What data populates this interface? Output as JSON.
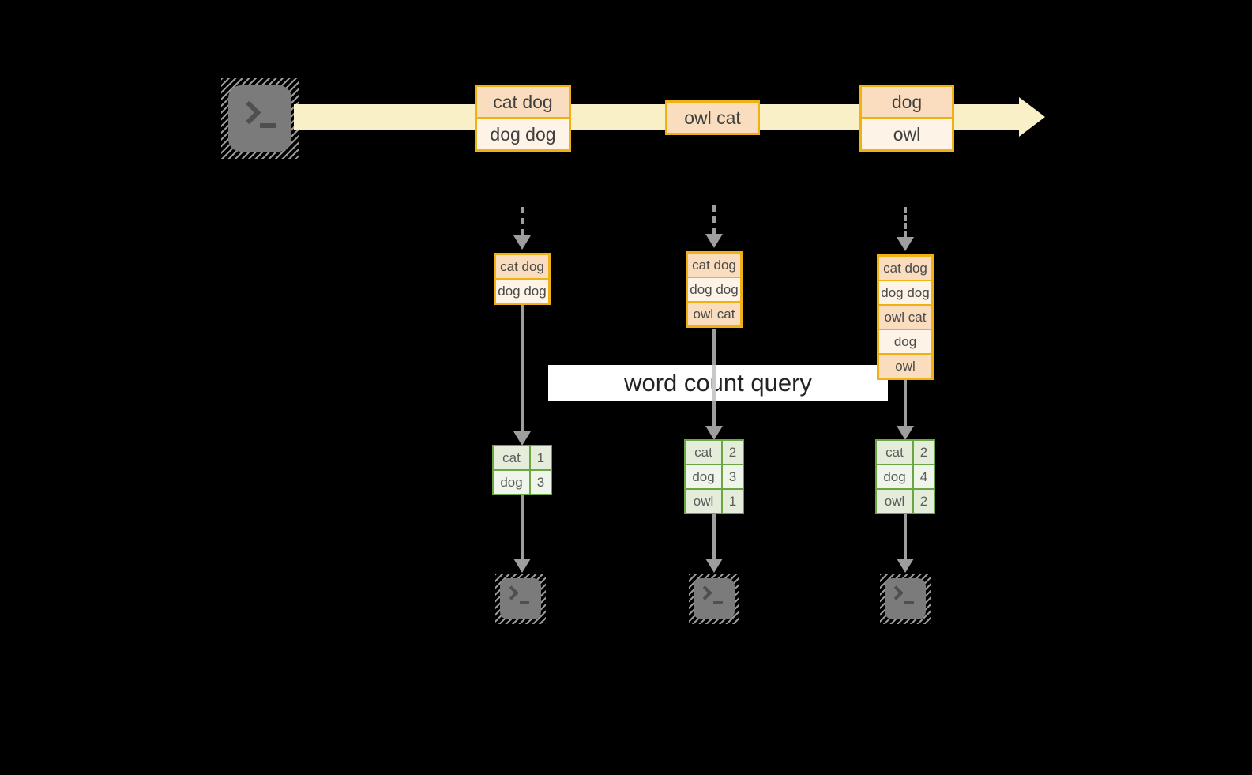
{
  "banner": {
    "label": "word count query"
  },
  "stream": {
    "messages": [
      {
        "rows": [
          "cat dog",
          "dog dog"
        ]
      },
      {
        "rows": [
          "owl cat"
        ]
      },
      {
        "rows": [
          "dog",
          "owl"
        ]
      }
    ]
  },
  "workers": [
    {
      "buffer": [
        "cat dog",
        "dog dog"
      ],
      "counts": [
        {
          "word": "cat",
          "value": "1"
        },
        {
          "word": "dog",
          "value": "3"
        }
      ]
    },
    {
      "buffer": [
        "cat dog",
        "dog dog",
        "owl cat"
      ],
      "counts": [
        {
          "word": "cat",
          "value": "2"
        },
        {
          "word": "dog",
          "value": "3"
        },
        {
          "word": "owl",
          "value": "1"
        }
      ]
    },
    {
      "buffer": [
        "cat dog",
        "dog dog",
        "owl cat",
        "dog",
        "owl"
      ],
      "counts": [
        {
          "word": "cat",
          "value": "2"
        },
        {
          "word": "dog",
          "value": "4"
        },
        {
          "word": "owl",
          "value": "2"
        }
      ]
    }
  ],
  "icons": {
    "source": "terminal-icon",
    "sinks": [
      "terminal-icon",
      "terminal-icon",
      "terminal-icon"
    ]
  },
  "colors": {
    "background": "#000000",
    "stream_arrow": "#FAF0C8",
    "message_border": "#F0B115",
    "message_fill_dark": "#F9DDBE",
    "message_fill_light": "#FDF3E6",
    "table_border": "#6CA644",
    "table_fill_dark": "#E3EDDA",
    "table_fill_light": "#F0F5EB",
    "flow_arrow": "#9E9E9E",
    "banner_background": "#FFFFFF",
    "terminal_gray": "#7B7B7B"
  }
}
